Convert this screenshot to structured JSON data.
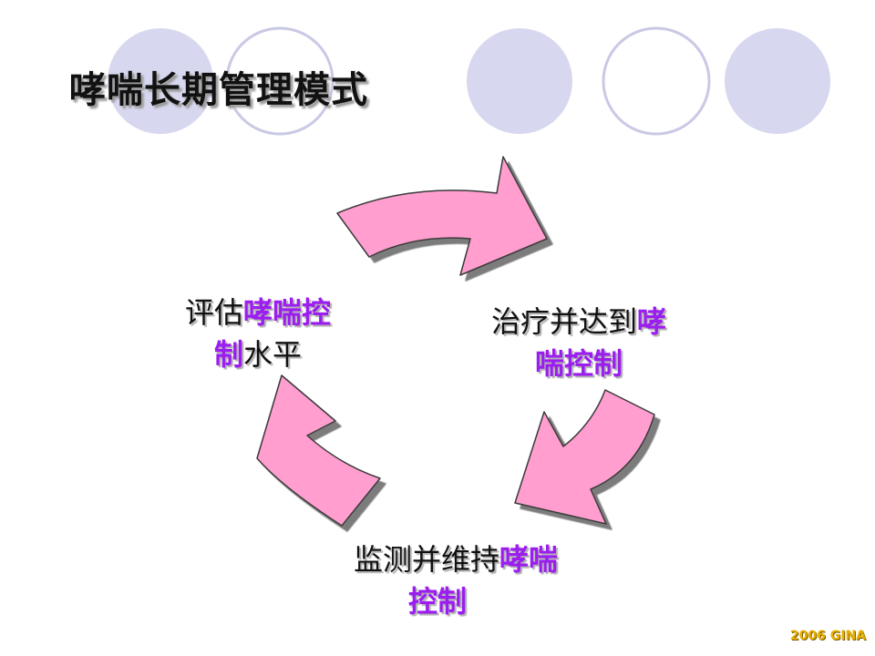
{
  "slide": {
    "title": "哮喘长期管理模式",
    "footer": "2006 GINA"
  },
  "cycle": {
    "step_assess": {
      "line1_plain": "评估",
      "line1_hl": "哮喘控",
      "line2_hl": "制",
      "line2_plain": "水平"
    },
    "step_treat": {
      "line1_plain": "治疗并达到",
      "line1_hl": "哮",
      "line2_hl": "喘控制"
    },
    "step_monitor": {
      "line1_plain": "监测并维持",
      "line1_hl": "哮喘",
      "line2_hl": "控制"
    }
  },
  "colors": {
    "arrow_fill": "#ff9ecf",
    "arrow_stroke": "#3a3a3a",
    "highlight_text": "#9b1df0",
    "circle_fill": "#d7d7ef",
    "circle_stroke": "#c9c9e6",
    "footer_text": "#e8b000"
  }
}
